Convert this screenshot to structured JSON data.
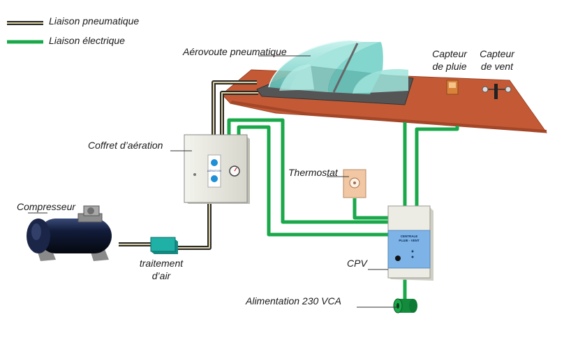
{
  "legend": [
    {
      "label": "Liaison pneumatique",
      "line_style": "pneumatic"
    },
    {
      "label": "Liaison électrique",
      "line_style": "electric"
    }
  ],
  "colors": {
    "pneumatic_outer": "#2a2a2a",
    "pneumatic_inner": "#d8cfa0",
    "electric": "#1aa84a",
    "roof": "#c45a35",
    "glass": "#7ed8d0",
    "box_body": "#ecece4",
    "cpv_panel": "#7db3e6",
    "compressor": "#0f1b3c",
    "air_treatment": "#1fb0a6",
    "thermostat": "#f2c7a3"
  },
  "components": {
    "skylight": "Aérovoute pneumatique",
    "rain_sensor": [
      "Capteur",
      "de pluie"
    ],
    "wind_sensor": [
      "Capteur",
      "de vent"
    ],
    "ventilation_box": "Coffret d’aération",
    "thermostat": "Thermostat",
    "compressor": "Compresseur",
    "air_treatment": [
      "traitement",
      "d’air"
    ],
    "cpv": "CPV",
    "power_supply": "Alimentation 230 VCA"
  },
  "panel_text": {
    "ventilation_box_label": "AÉRATION",
    "cpv_title": [
      "CENTRALE",
      "PLUIE - VENT"
    ]
  }
}
